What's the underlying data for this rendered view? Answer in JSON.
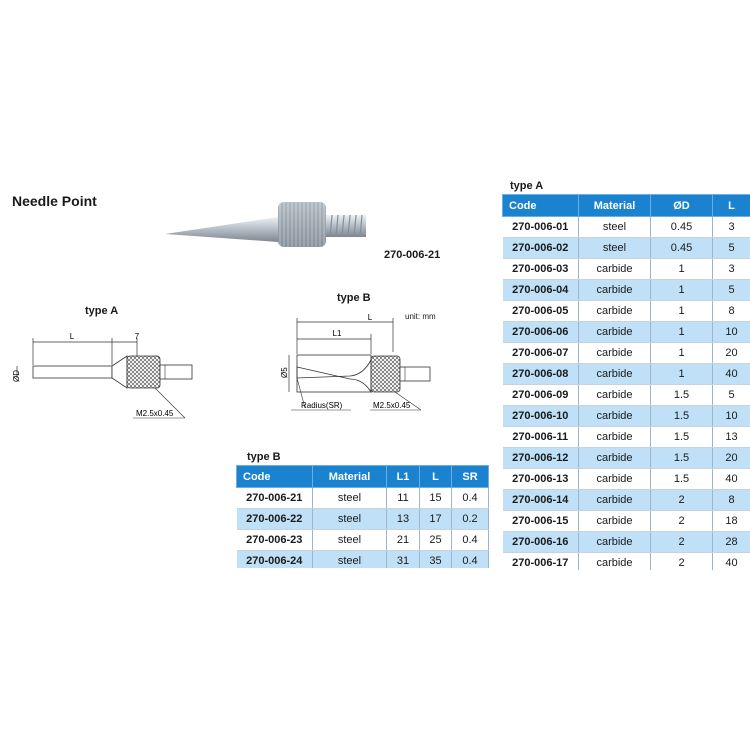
{
  "title": "Needle Point",
  "photo_code": "270-006-21",
  "drawing_a": {
    "label": "type A",
    "dim_L": "L",
    "dim_7": "7",
    "dim_D": "ØD",
    "thread": "M2.5x0.45"
  },
  "drawing_b": {
    "label": "type B",
    "unit": "unit: mm",
    "dim_L": "L",
    "dim_L1": "L1",
    "dim_5": "Ø5",
    "radius": "Radius(SR)",
    "thread": "M2.5x0.45"
  },
  "table_a": {
    "caption": "type A",
    "headers": [
      "Code",
      "Material",
      "ØD",
      "L"
    ],
    "rows": [
      [
        "270-006-01",
        "steel",
        "0.45",
        "3"
      ],
      [
        "270-006-02",
        "steel",
        "0.45",
        "5"
      ],
      [
        "270-006-03",
        "carbide",
        "1",
        "3"
      ],
      [
        "270-006-04",
        "carbide",
        "1",
        "5"
      ],
      [
        "270-006-05",
        "carbide",
        "1",
        "8"
      ],
      [
        "270-006-06",
        "carbide",
        "1",
        "10"
      ],
      [
        "270-006-07",
        "carbide",
        "1",
        "20"
      ],
      [
        "270-006-08",
        "carbide",
        "1",
        "40"
      ],
      [
        "270-006-09",
        "carbide",
        "1.5",
        "5"
      ],
      [
        "270-006-10",
        "carbide",
        "1.5",
        "10"
      ],
      [
        "270-006-11",
        "carbide",
        "1.5",
        "13"
      ],
      [
        "270-006-12",
        "carbide",
        "1.5",
        "20"
      ],
      [
        "270-006-13",
        "carbide",
        "1.5",
        "40"
      ],
      [
        "270-006-14",
        "carbide",
        "2",
        "8"
      ],
      [
        "270-006-15",
        "carbide",
        "2",
        "18"
      ],
      [
        "270-006-16",
        "carbide",
        "2",
        "28"
      ],
      [
        "270-006-17",
        "carbide",
        "2",
        "40"
      ]
    ]
  },
  "table_b": {
    "caption": "type B",
    "headers": [
      "Code",
      "Material",
      "L1",
      "L",
      "SR"
    ],
    "rows": [
      [
        "270-006-21",
        "steel",
        "11",
        "15",
        "0.4"
      ],
      [
        "270-006-22",
        "steel",
        "13",
        "17",
        "0.2"
      ],
      [
        "270-006-23",
        "steel",
        "21",
        "25",
        "0.4"
      ],
      [
        "270-006-24",
        "steel",
        "31",
        "35",
        "0.4"
      ]
    ]
  }
}
